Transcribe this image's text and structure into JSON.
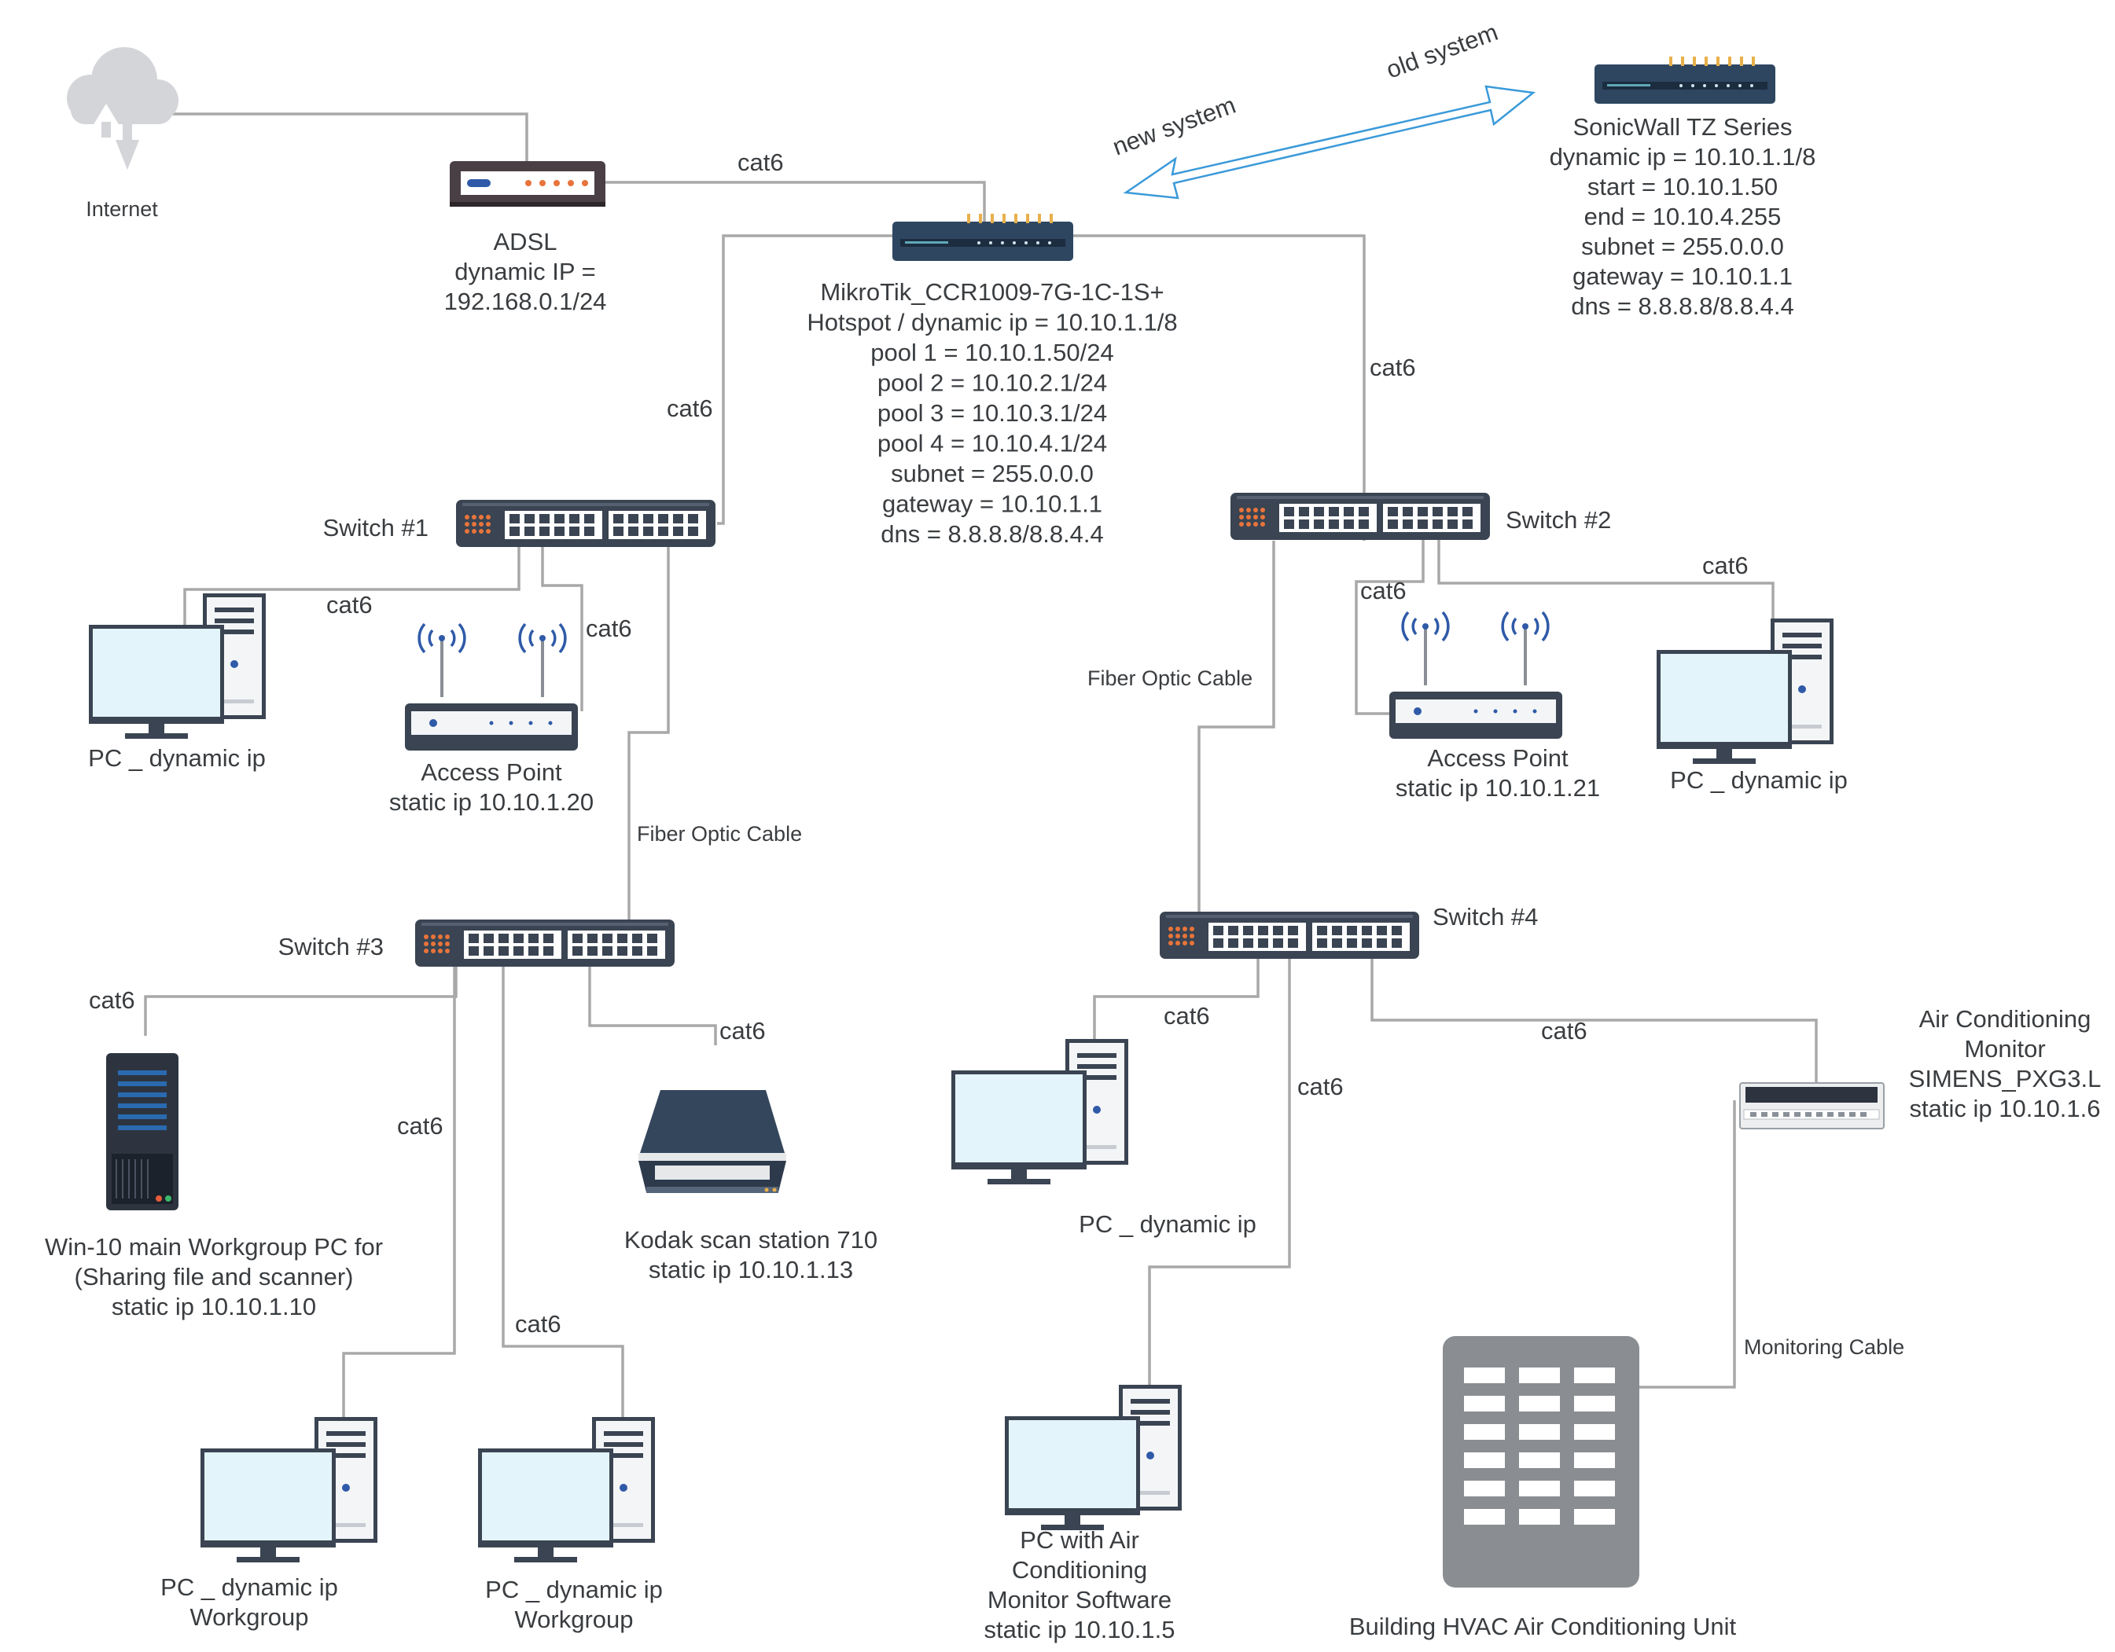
{
  "internet": {
    "label": "Internet"
  },
  "adsl": {
    "lines": [
      "ADSL",
      "dynamic IP =",
      "192.168.0.1/24"
    ]
  },
  "mikrotik": {
    "lines": [
      "MikroTik_CCR1009-7G-1C-1S+",
      "Hotspot / dynamic ip = 10.10.1.1/8",
      "pool 1 = 10.10.1.50/24",
      "pool 2 = 10.10.2.1/24",
      "pool 3 = 10.10.3.1/24",
      "pool 4 = 10.10.4.1/24",
      "subnet = 255.0.0.0",
      "gateway = 10.10.1.1",
      "dns = 8.8.8.8/8.8.4.4"
    ]
  },
  "sonicwall": {
    "lines": [
      "SonicWall TZ Series",
      "dynamic ip = 10.10.1.1/8",
      "start = 10.10.1.50",
      "end = 10.10.4.255",
      "subnet = 255.0.0.0",
      "gateway = 10.10.1.1",
      "dns = 8.8.8.8/8.8.4.4"
    ]
  },
  "migration": {
    "new_label": "new system",
    "old_label": "old system"
  },
  "switches": {
    "s1": "Switch #1",
    "s2": "Switch #2",
    "s3": "Switch #3",
    "s4": "Switch #4"
  },
  "cables": {
    "cat6": "cat6",
    "fiber": "Fiber Optic Cable",
    "monitoring": "Monitoring Cable"
  },
  "devices": {
    "pc_s1": {
      "lines": [
        "PC _ dynamic ip"
      ]
    },
    "ap1": {
      "lines": [
        "Access Point",
        "static ip 10.10.1.20"
      ]
    },
    "ap2": {
      "lines": [
        "Access Point",
        "static ip 10.10.1.21"
      ]
    },
    "pc_s2": {
      "lines": [
        "PC _ dynamic ip"
      ]
    },
    "server": {
      "lines": [
        "Win-10 main Workgroup PC for",
        "(Sharing file and scanner)",
        "static ip 10.10.1.10"
      ]
    },
    "scanner": {
      "lines": [
        "Kodak scan station 710",
        "static ip 10.10.1.13"
      ]
    },
    "pc_wg1": {
      "lines": [
        "PC _ dynamic ip",
        "Workgroup"
      ]
    },
    "pc_wg2": {
      "lines": [
        "PC _ dynamic ip",
        "Workgroup"
      ]
    },
    "pc_s4": {
      "lines": [
        "PC _ dynamic ip"
      ]
    },
    "pc_ac": {
      "lines": [
        "PC with Air",
        "Conditioning",
        "Monitor Software",
        "static ip 10.10.1.5"
      ]
    },
    "ac_monitor": {
      "lines": [
        "Air Conditioning",
        "Monitor",
        "SIMENS_PXG3.L",
        "static ip 10.10.1.6"
      ]
    },
    "hvac": {
      "lines": [
        "Building HVAC Air Conditioning Unit"
      ]
    }
  },
  "colors": {
    "device_dark": "#3a4452",
    "router_blue": "#2e4660",
    "screen": "#e3f4fb",
    "wire": "#a8a8a8",
    "accent_orange": "#e8743b",
    "wifi_blue": "#2f5aa8",
    "arrow_blue": "#3a9ad9"
  }
}
